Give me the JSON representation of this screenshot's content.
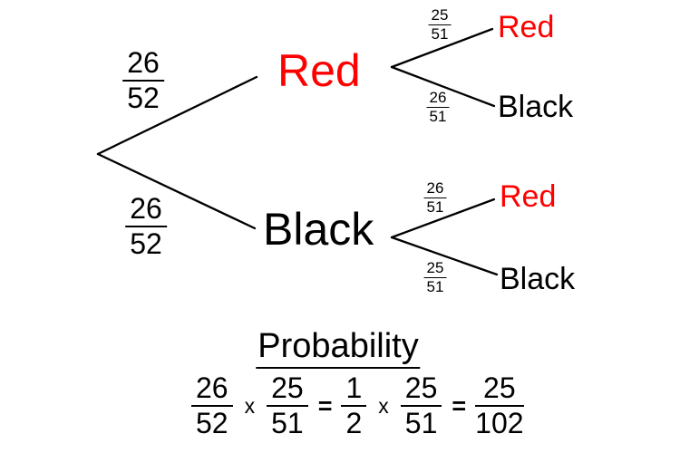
{
  "title": "Card probability tree diagram (drawing two cards without replacement)",
  "colors": {
    "red": "#ff0000",
    "black": "#000000"
  },
  "tree": {
    "level1": [
      {
        "label": "Red",
        "fraction": {
          "num": "26",
          "den": "52"
        }
      },
      {
        "label": "Black",
        "fraction": {
          "num": "26",
          "den": "52"
        }
      }
    ],
    "level2": [
      {
        "label": "Red",
        "fraction": {
          "num": "25",
          "den": "51"
        }
      },
      {
        "label": "Black",
        "fraction": {
          "num": "26",
          "den": "51"
        }
      },
      {
        "label": "Red",
        "fraction": {
          "num": "26",
          "den": "51"
        }
      },
      {
        "label": "Black",
        "fraction": {
          "num": "25",
          "den": "51"
        }
      }
    ]
  },
  "probability": {
    "title": "Probability",
    "equation": {
      "t0": {
        "num": "26",
        "den": "52"
      },
      "op0": "x",
      "t1": {
        "num": "25",
        "den": "51"
      },
      "op1": "=",
      "t2": {
        "num": "1",
        "den": "2"
      },
      "op2": "x",
      "t3": {
        "num": "25",
        "den": "51"
      },
      "op3": "=",
      "t4": {
        "num": "25",
        "den": "102"
      }
    }
  }
}
